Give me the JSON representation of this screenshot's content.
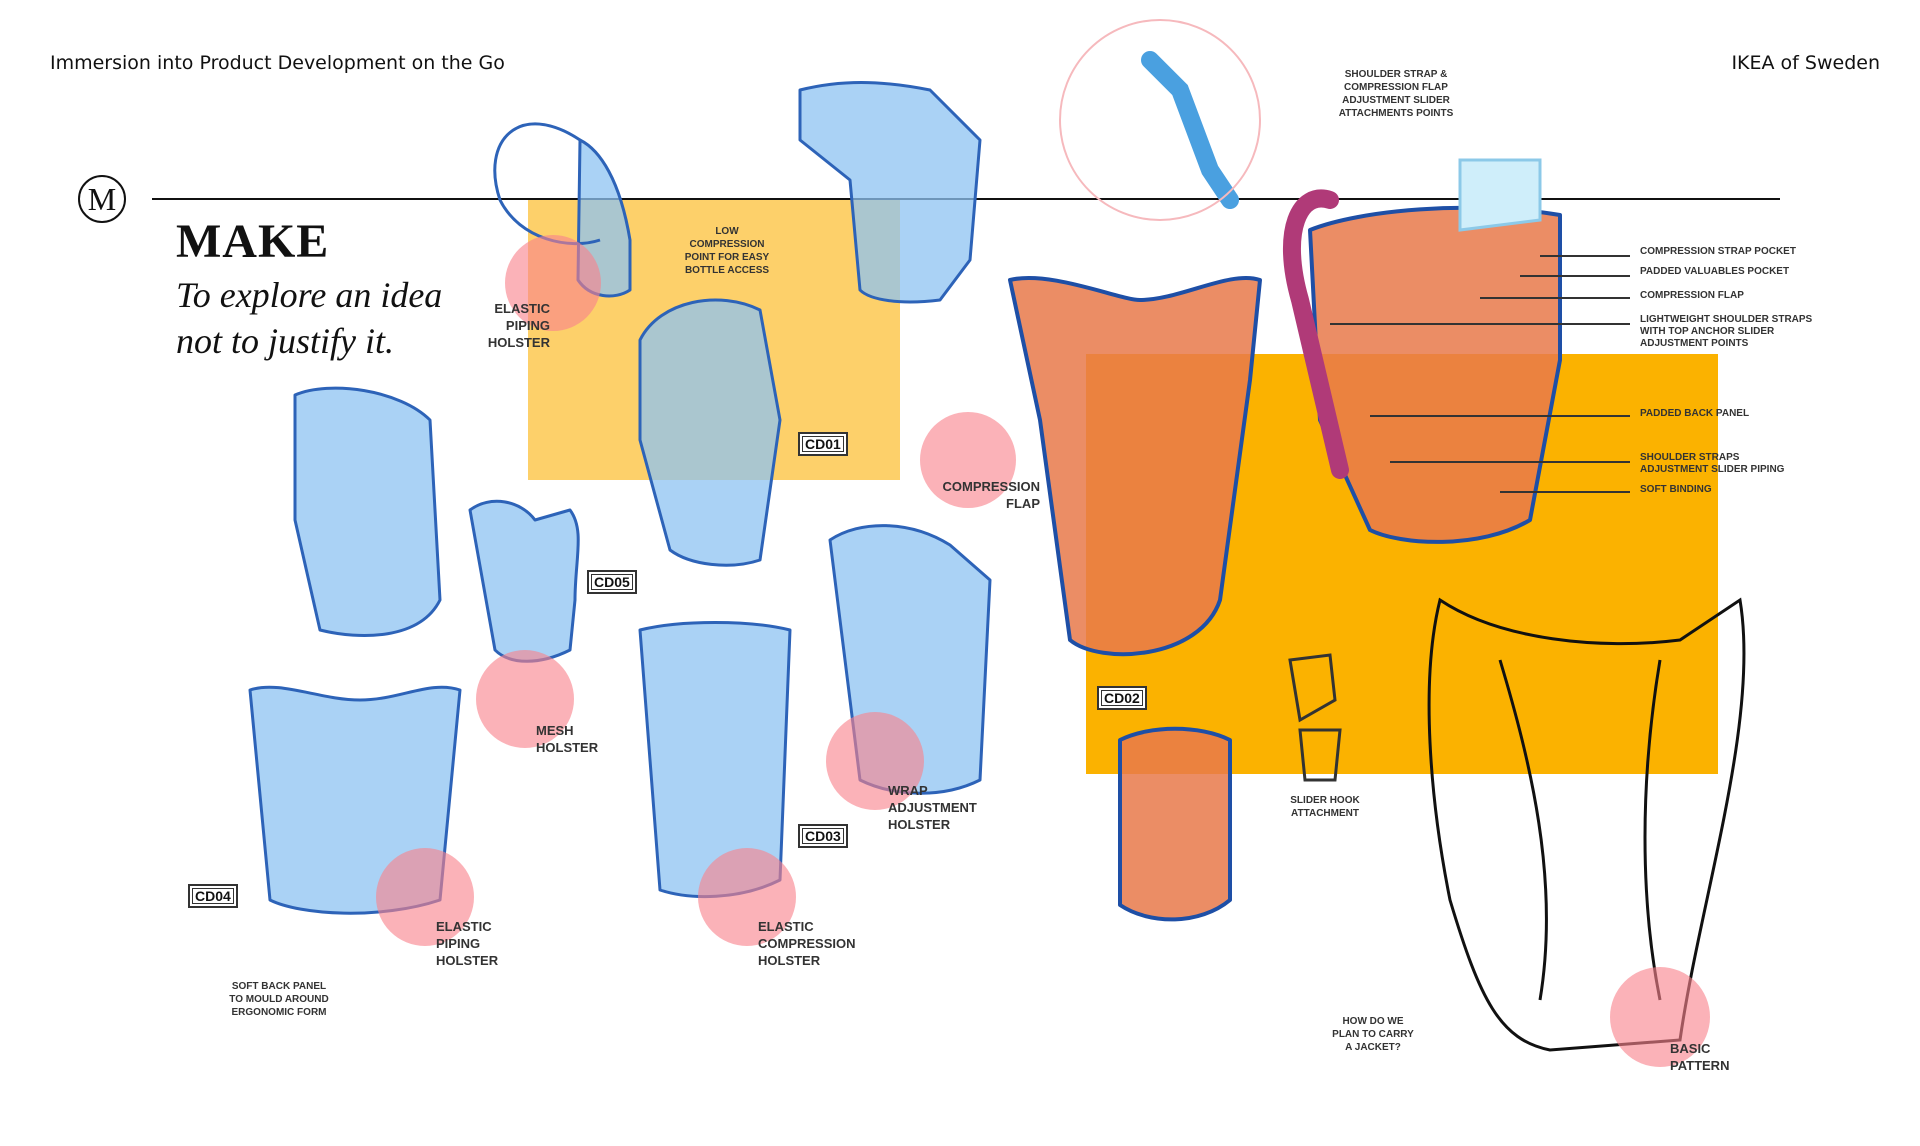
{
  "header": {
    "left_title": "Immersion into Product Development on the Go",
    "right_title": "IKEA of Sweden"
  },
  "logo_letter": "M",
  "heading": "MAKE",
  "tagline_line1": "To explore an idea",
  "tagline_line2": "not to justify it.",
  "codes": [
    "CD01",
    "CD02",
    "CD03",
    "CD04",
    "CD05"
  ],
  "labels": {
    "low_compression": [
      "LOW",
      "COMPRESSION",
      "POINT FOR EASY",
      "BOTTLE ACCESS"
    ],
    "elastic_piping_top": [
      "ELASTIC",
      "PIPING",
      "HOLSTER"
    ],
    "shoulder_strap": [
      "SHOULDER STRAP &",
      "COMPRESSION FLAP",
      "ADJUSTMENT SLIDER",
      "ATTACHMENTS POINTS"
    ],
    "compression_flap": [
      "COMPRESSION",
      "FLAP"
    ],
    "mesh_holster": [
      "MESH",
      "HOLSTER"
    ],
    "wrap_adjustment": [
      "WRAP",
      "ADJUSTMENT",
      "HOLSTER"
    ],
    "elastic_piping_bottom": [
      "ELASTIC",
      "PIPING",
      "HOLSTER"
    ],
    "elastic_compression": [
      "ELASTIC",
      "COMPRESSION",
      "HOLSTER"
    ],
    "soft_back_panel": [
      "SOFT BACK PANEL",
      "TO MOULD AROUND",
      "ERGONOMIC FORM"
    ],
    "slider_hook": [
      "SLIDER HOOK",
      "ATTACHMENT"
    ],
    "jacket_question": [
      "HOW DO WE",
      "PLAN TO CARRY",
      "A JACKET?"
    ],
    "basic_pattern": [
      "BASIC",
      "PATTERN"
    ]
  },
  "callouts": [
    "COMPRESSION STRAP POCKET",
    "PADDED VALUABLES POCKET",
    "COMPRESSION FLAP",
    "LIGHTWEIGHT SHOULDER STRAPS",
    "WITH TOP ANCHOR SLIDER",
    "ADJUSTMENT POINTS",
    "PADDED BACK PANEL",
    "SHOULDER STRAPS",
    "ADJUSTMENT SLIDER PIPING",
    "SOFT BINDING"
  ],
  "colors": {
    "accent_yellow_light": "#fdd06a",
    "accent_yellow": "#fbb200",
    "sketch_blue": "#4f8fd8",
    "highlight_pink": "#f8828c",
    "sketch_orange": "#e86a3a",
    "strap_magenta": "#b03a78"
  }
}
